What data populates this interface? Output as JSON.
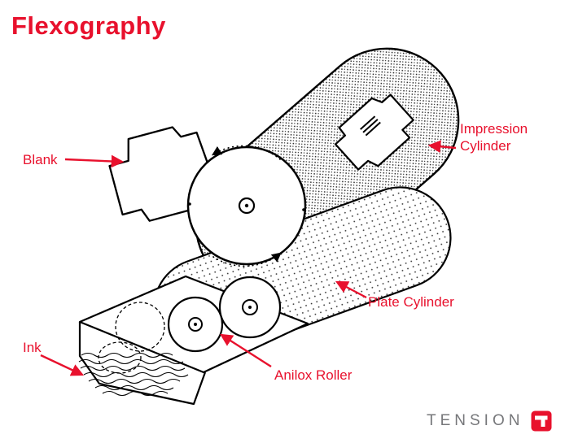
{
  "title": "Flexography",
  "labels": {
    "blank": "Blank",
    "impression_cylinder": "Impression Cylinder",
    "plate_cylinder": "Plate Cylinder",
    "anilox_roller": "Anilox Roller",
    "ink": "Ink"
  },
  "brand": {
    "name": "TENSION"
  },
  "colors": {
    "accent": "#E8112D",
    "brand_text": "#76777A",
    "line": "#000000"
  },
  "diagram": {
    "type": "technical-illustration",
    "subject": "Flexographic printing unit",
    "parts": [
      "Blank",
      "Impression Cylinder",
      "Plate Cylinder",
      "Anilox Roller",
      "Ink"
    ]
  }
}
